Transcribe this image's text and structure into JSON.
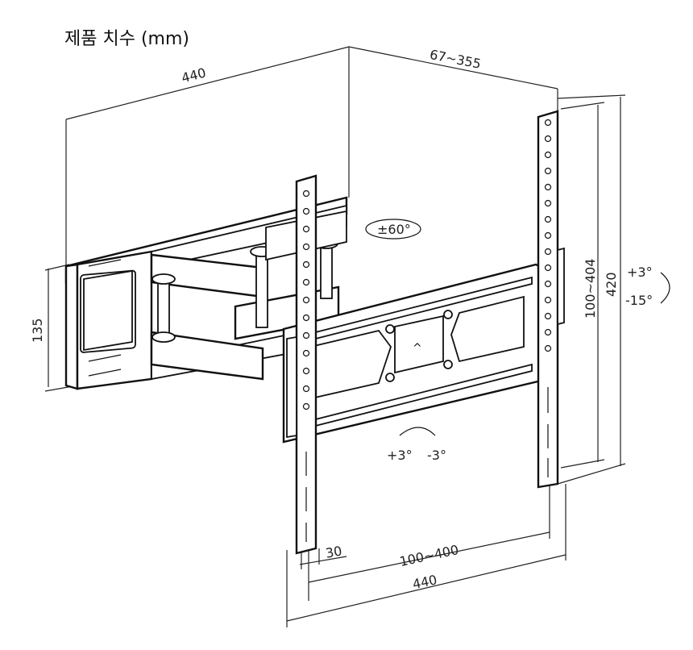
{
  "title": "제품 치수 (mm)",
  "dimensions": {
    "top_width": "440",
    "depth_range": "67~355",
    "wall_plate_height": "135",
    "vesa_vertical": "100~404",
    "total_height": "420",
    "tilt_up": "+3°",
    "tilt_down": "-15°",
    "swivel": "±60°",
    "rotation_left": "+3°",
    "rotation_right": "-3°",
    "offset": "30",
    "vesa_horizontal": "100~400",
    "bottom_width": "440"
  }
}
